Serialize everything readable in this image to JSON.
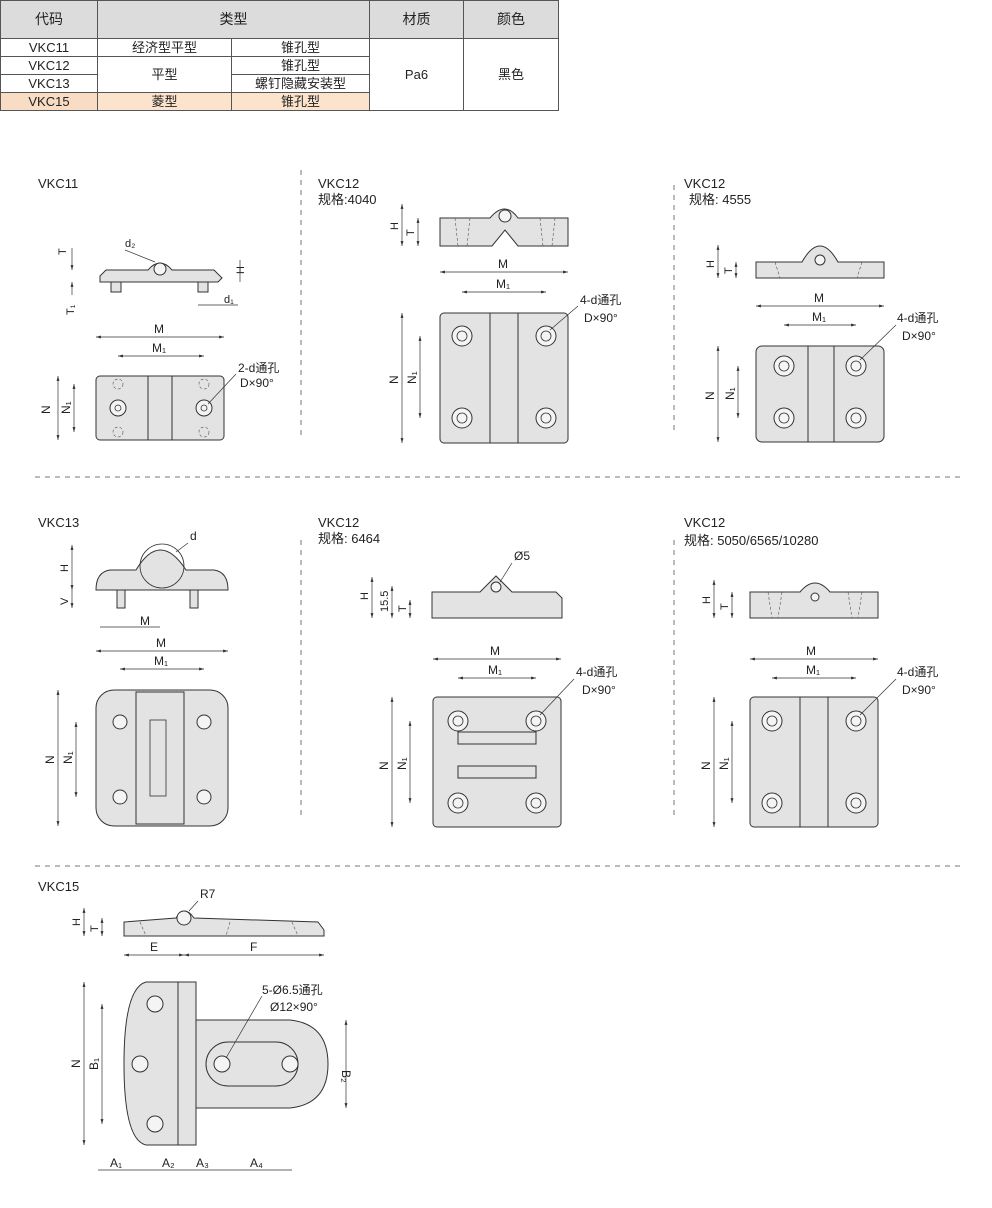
{
  "table": {
    "headers": {
      "code": "代码",
      "type": "类型",
      "material": "材质",
      "color": "颜色"
    },
    "rows": [
      {
        "code": "VKC11",
        "type1": "经济型平型",
        "type2": "锥孔型"
      },
      {
        "code": "VKC12",
        "type1": "平型",
        "type2": "锥孔型"
      },
      {
        "code": "VKC13",
        "type2": "螺钉隐藏安装型"
      },
      {
        "code": "VKC15",
        "type1": "菱型",
        "type2": "锥孔型"
      }
    ],
    "material": "Pa6",
    "color": "黑色"
  },
  "drawings": {
    "vkc11": {
      "title": "VKC11",
      "note": "2-d通孔",
      "note2": "D×90°"
    },
    "vkc12a": {
      "title": "VKC12",
      "spec": "规格:4040",
      "note": "4-d通孔",
      "note2": "D×90°"
    },
    "vkc12b": {
      "title": "VKC12",
      "spec": "规格: 4555",
      "note": "4-d通孔",
      "note2": "D×90°"
    },
    "vkc13": {
      "title": "VKC13"
    },
    "vkc12c": {
      "title": "VKC12",
      "spec": "规格: 6464",
      "note": "4-d通孔",
      "note2": "D×90°",
      "dia": "Ø5"
    },
    "vkc12d": {
      "title": "VKC12",
      "spec": "规格: 5050/6565/10280",
      "note": "4-d通孔",
      "note2": "D×90°"
    },
    "vkc15": {
      "title": "VKC15",
      "note": "5-Ø6.5通孔",
      "note2": "Ø12×90°",
      "radius": "R7"
    }
  },
  "labels": {
    "M": "M",
    "M1": "M₁",
    "N": "N",
    "N1": "N₁",
    "H": "H",
    "T": "T",
    "T1": "T₁",
    "d": "d",
    "d1": "d₁",
    "d2": "d₂",
    "V": "V",
    "h155": "15.5",
    "E": "E",
    "F": "F",
    "B1": "B₁",
    "B2": "B₂",
    "A1": "A₁",
    "A2": "A₂",
    "A3": "A₃",
    "A4": "A₄"
  }
}
